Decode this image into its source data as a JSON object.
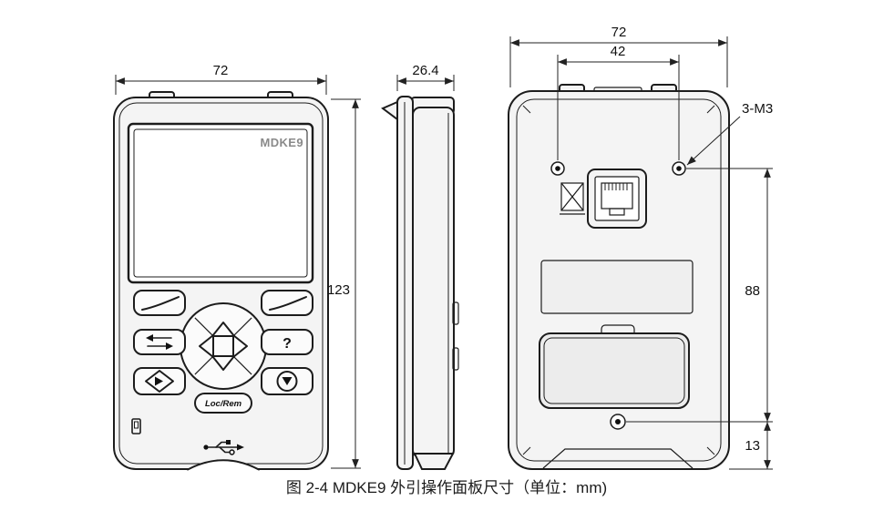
{
  "caption": "图 2-4  MDKE9 外引操作面板尺寸（单位：mm)",
  "front": {
    "brand": "MDKE9",
    "dim_width": "72",
    "dim_height": "123",
    "help_label": "?",
    "locrem_label": "Loc/Rem"
  },
  "side": {
    "dim_depth": "26.4"
  },
  "back": {
    "dim_width": "72",
    "dim_hole_span": "42",
    "screw_label": "3-M3",
    "dim_screw_height": "88",
    "dim_bottom": "13"
  },
  "icons": {
    "front": [
      "softkey-swoosh",
      "dpad-up-arrow",
      "dpad-down-arrow",
      "dpad-left-arrow",
      "dpad-right-arrow",
      "shift-double-arrow",
      "run-diamond",
      "stop-circle",
      "card-slot",
      "usb"
    ],
    "back": [
      "screw-hole",
      "rj45-port",
      "crossed-out-bin"
    ]
  }
}
